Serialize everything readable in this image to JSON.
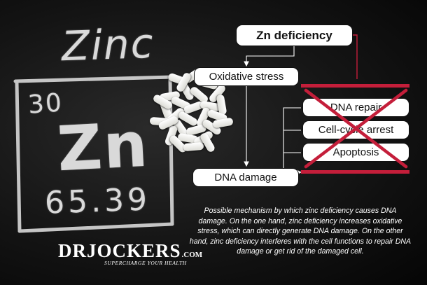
{
  "chalkboard": {
    "word": "Zinc",
    "atomic_number": "30",
    "symbol": "Zn",
    "atomic_mass": "65.39"
  },
  "diagram": {
    "nodes": {
      "zn_deficiency": "Zn deficiency",
      "oxidative_stress": "Oxidative stress",
      "dna_repair": "DNA repair",
      "cell_cycle_arrest": "Cell-cycle arrest",
      "apoptosis": "Apoptosis",
      "dna_damage": "DNA damage"
    },
    "inhibition_color": "#c41e3a",
    "arrow_color": "#ffffff"
  },
  "caption": "Possible mechanism by which zinc deficiency causes DNA damage. On the one hand, zinc deficiency increases oxidative stress, which can directly generate DNA damage. On the other hand, zinc deficiency interferes with the cell functions to repair DNA damage or get rid of the damaged cell.",
  "logo": {
    "name": "DRJOCKERS",
    "domain": ".COM",
    "tagline": "SUPERCHARGE YOUR HEALTH"
  }
}
